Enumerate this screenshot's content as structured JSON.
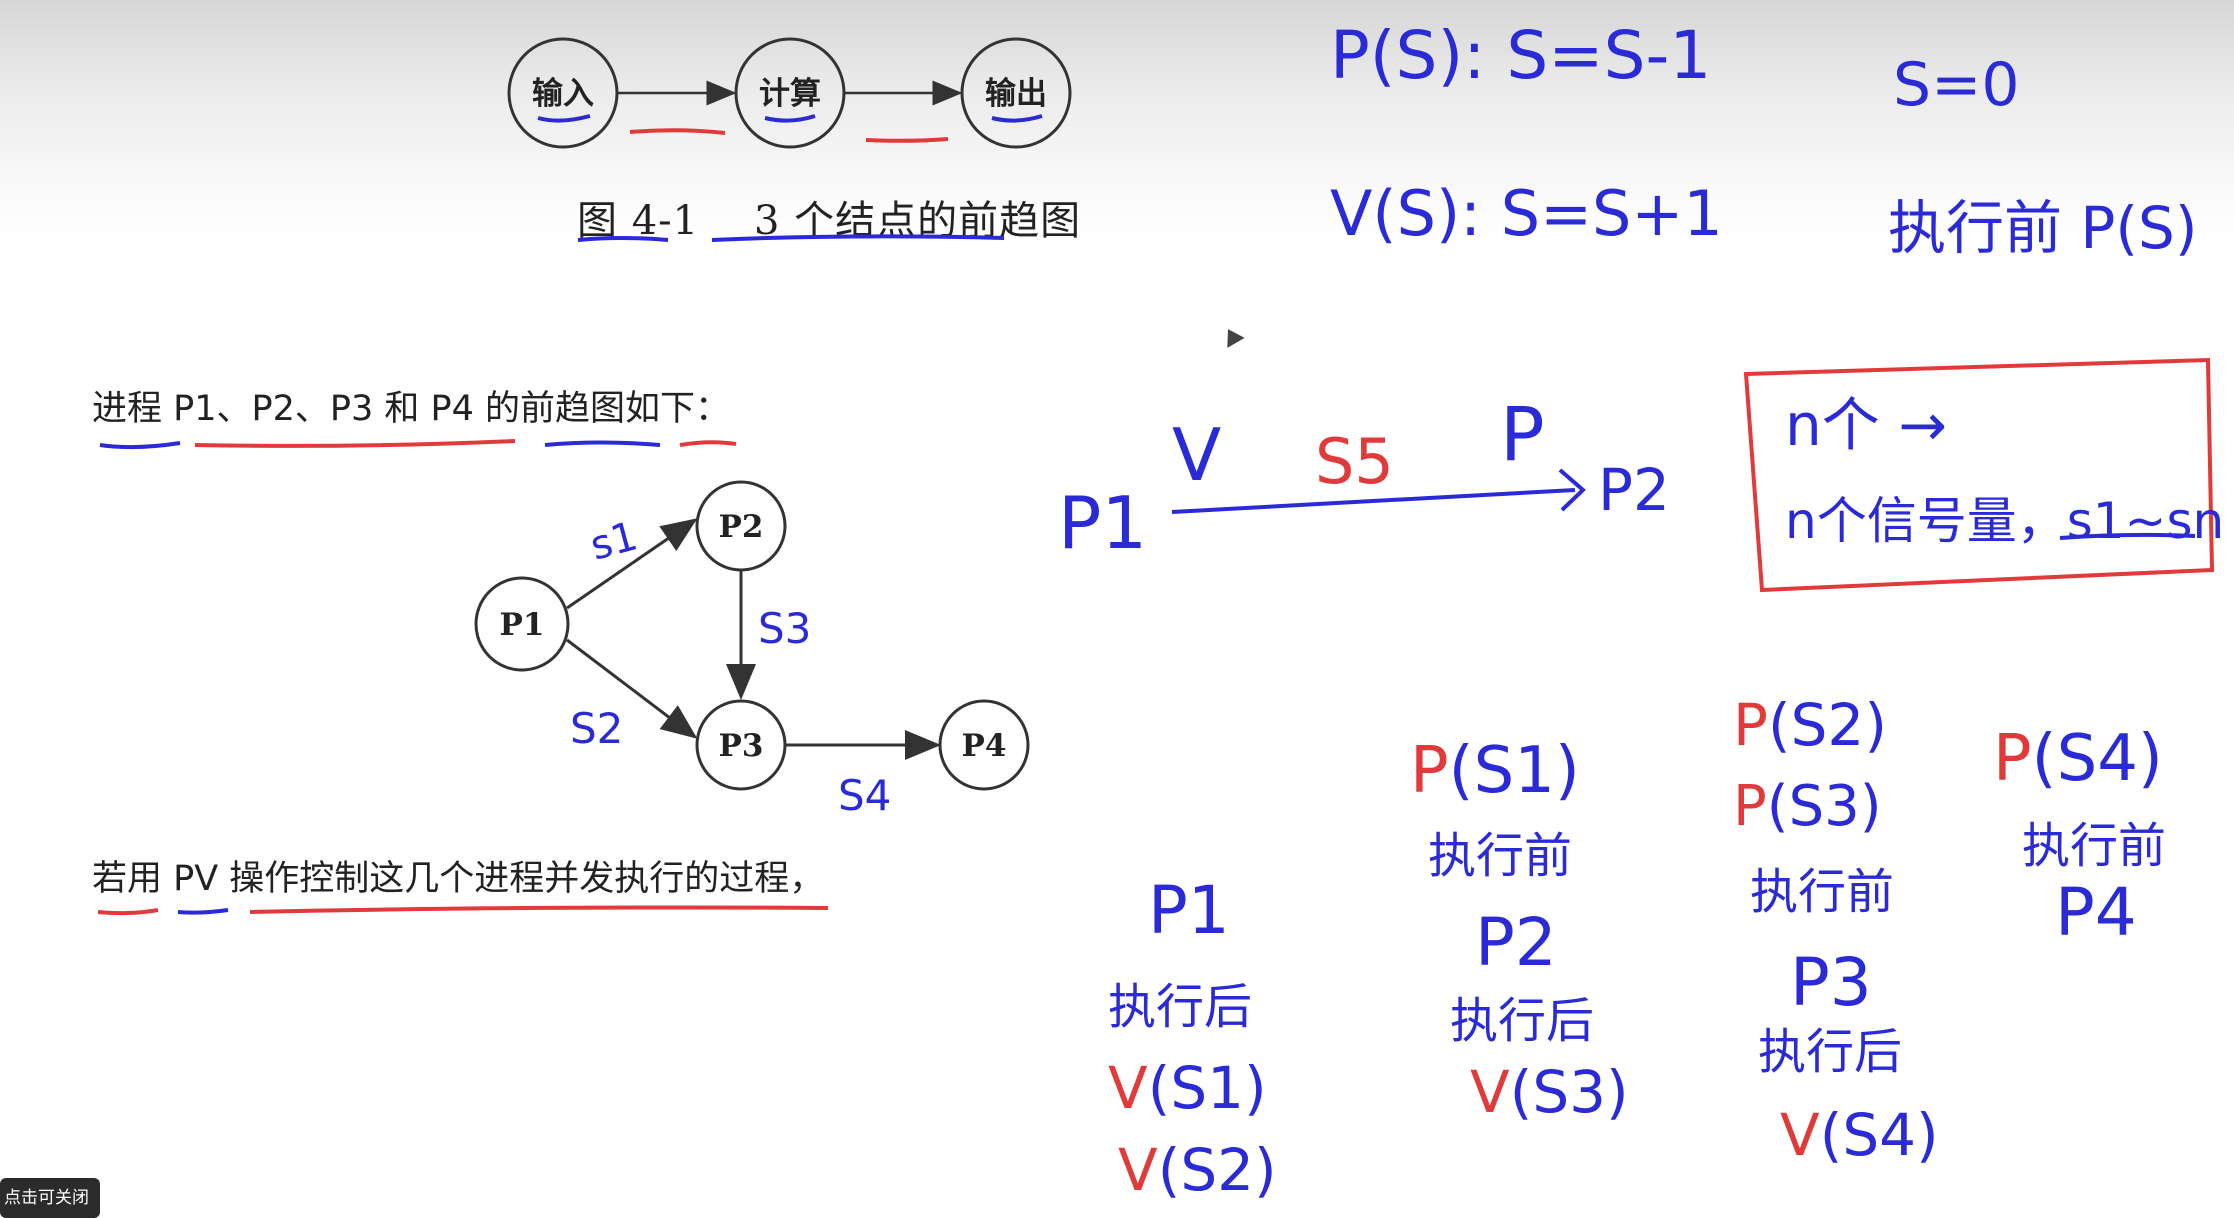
{
  "textbook": {
    "fig_nodes": [
      "输入",
      "计算",
      "输出"
    ],
    "caption": "图 4-1    3 个结点的前趋图",
    "para1": "进程 P1、P2、P3 和 P4 的前趋图如下：",
    "para2": "若用 PV 操作控制这几个进程并发执行的过程，",
    "graph_nodes": [
      "P1",
      "P2",
      "P3",
      "P4"
    ]
  },
  "annotations": {
    "edge_labels": [
      "s1",
      "S3",
      "S2",
      "S4"
    ],
    "p_def": "P(S): S=S-1",
    "v_def": "V(S): S=S+1",
    "s_zero": "S=0",
    "exec_p": "执行前 P(S)",
    "arrow_v": "V",
    "arrow_s5": "S5",
    "arrow_p": "P",
    "arrow_from": "P1",
    "arrow_to": "P2",
    "box_line1": "n个 →",
    "box_line2": "n个信号量，s1~sn",
    "col1": [
      "P1",
      "执行后",
      "V(S1)",
      "V(S2)"
    ],
    "col2": [
      "P(S1)",
      "执行前",
      "P2",
      "执行后",
      "V(S3)"
    ],
    "col3": [
      "P(S2)",
      "P(S3)",
      "执行前",
      "P3",
      "执行后",
      "V(S4)"
    ],
    "col4": [
      "P(S4)",
      "执行前",
      "P4"
    ]
  },
  "ui": {
    "toast": "点击可关闭"
  },
  "colors": {
    "ink_blue": "#2a2ad6",
    "ink_red": "#e03a3a",
    "text": "#222222"
  }
}
